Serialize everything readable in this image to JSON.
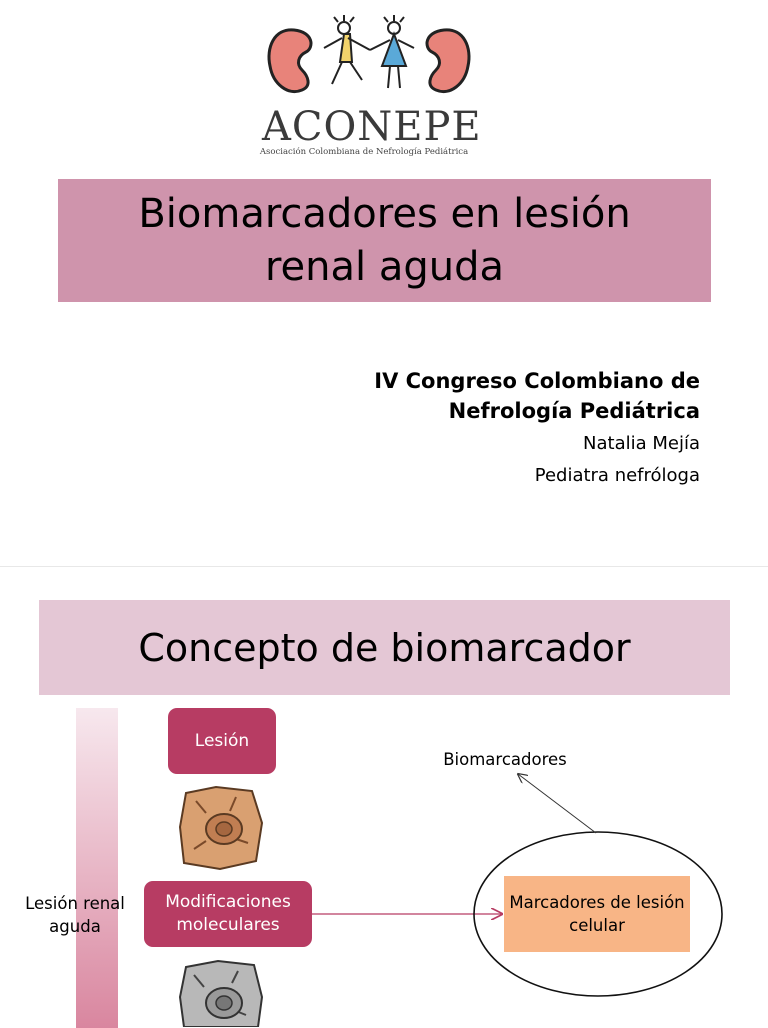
{
  "logo": {
    "wordmark": "ACONEPE",
    "subtitle": "Asociación Colombiana de Nefrología Pediátrica",
    "colors": {
      "kidney": "#e8837a",
      "kidney_outline": "#222222",
      "dress": "#5aa9d8",
      "figure": "#f2d36b"
    }
  },
  "slide1": {
    "title": "Biomarcadores en lesión renal aguda",
    "congress": "IV Congreso Colombiano de Nefrología Pediátrica",
    "author": "Natalia Mejía",
    "role": "Pediatra nefróloga",
    "colors": {
      "title_band": "#cf94ac"
    }
  },
  "slide2": {
    "title": "Concepto de biomarcador",
    "lesion_box": "Lesión",
    "modification_box": "Modificaciones moleculares",
    "side_label": "Lesión renal aguda",
    "biomarkers_label": "Biomarcadores",
    "marker_box": "Marcadores de lesión celular",
    "colors": {
      "title_band": "#e4c7d5",
      "pink_box": "#b73c63",
      "orange_box": "#f8b586",
      "timeline_top": "#f7e8ee",
      "timeline_bottom": "#d9869f"
    }
  }
}
